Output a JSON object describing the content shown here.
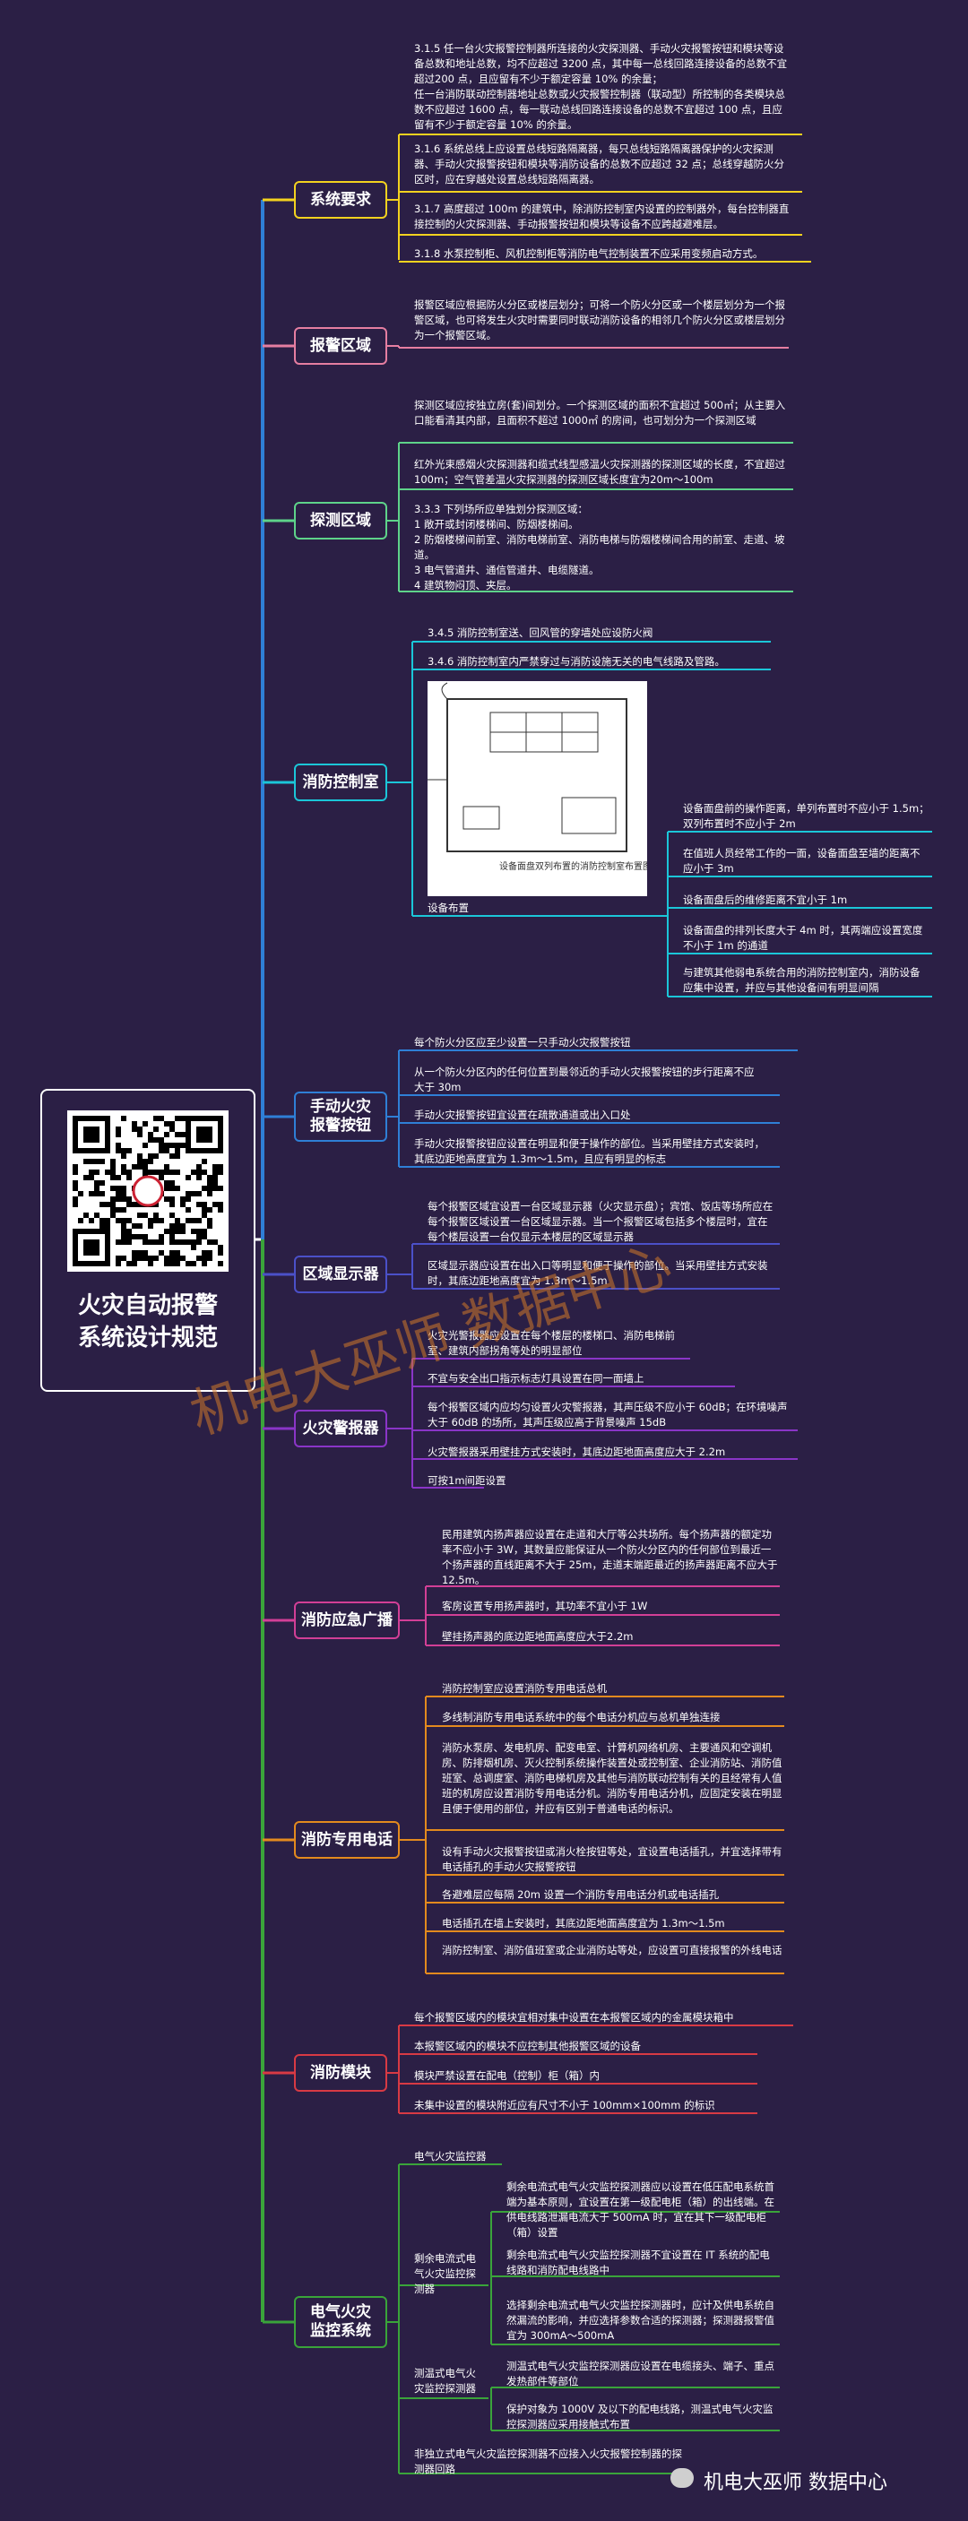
{
  "root": {
    "title_line1": "火灾自动报警",
    "title_line2": "系统设计规范"
  },
  "watermark": "机电大巫师 数据中心",
  "brand": "机电大巫师 数据中心",
  "topics": [
    {
      "label": "系统要求",
      "color": "#f3d21f"
    },
    {
      "label": "报警区域",
      "color": "#e57ea1"
    },
    {
      "label": "探测区域",
      "color": "#5ed38a"
    },
    {
      "label": "消防控制室",
      "color": "#1bc6d8"
    },
    {
      "label": "手动火灾报警按钮",
      "color": "#2f7fd6"
    },
    {
      "label": "区域显示器",
      "color": "#4b50c8"
    },
    {
      "label": "火灾警报器",
      "color": "#8a35c7"
    },
    {
      "label": "消防应急广播",
      "color": "#d23f96"
    },
    {
      "label": "消防专用电话",
      "color": "#e38a1e"
    },
    {
      "label": "消防模块",
      "color": "#d83a44"
    },
    {
      "label": "电气火灾监控系统",
      "color": "#3aa43a"
    }
  ],
  "leaves": {
    "sys": [
      "3.1.5 任一台火灾报警控制器所连接的火灾探测器、手动火灾报警按钮和模块等设备总数和地址总数，均不应超过 3200 点，其中每一总线回路连接设备的总数不宜超过200 点，且应留有不少于额定容量 10% 的余量；",
      "任一台消防联动控制器地址总数或火灾报警控制器（联动型）所控制的各类模块总数不应超过 1600 点，每一联动总线回路连接设备的总数不宜超过 100 点，且应留有不少于额定容量 10% 的余量。",
      "3.1.6 系统总线上应设置总线短路隔离器，每只总线短路隔离器保护的火灾探测器、手动火灾报警按钮和模块等消防设备的总数不应超过 32 点；总线穿越防火分区时，应在穿越处设置总线短路隔离器。",
      "3.1.7 高度超过 100m 的建筑中，除消防控制室内设置的控制器外，每台控制器直接控制的火灾探测器、手动报警按钮和模块等设备不应跨越避难层。",
      "3.1.8 水泵控制柜、风机控制柜等消防电气控制装置不应采用变频启动方式。"
    ],
    "alarm": [
      "报警区域应根据防火分区或楼层划分；可将一个防火分区或一个楼层划分为一个报警区域，也可将发生火灾时需要同时联动消防设备的相邻几个防火分区或楼层划分为一个报警区域。"
    ],
    "detect": [
      "探测区域应按独立房(套)间划分。一个探测区域的面积不宜超过 500㎡；从主要入口能看清其内部，且面积不超过 1000㎡ 的房间，也可划分为一个探测区域",
      "红外光束感烟火灾探测器和缆式线型感温火灾探测器的探测区域的长度，不宜超过 100m；空气管差温火灾探测器的探测区域长度宜为20m～100m",
      "3.3.3 下列场所应单独划分探测区域：",
      "1 敞开或封闭楼梯间、防烟楼梯间。",
      "2 防烟楼梯间前室、消防电梯前室、消防电梯与防烟楼梯间合用的前室、走道、坡道。",
      "3 电气管道井、通信管道井、电缆隧道。",
      "4 建筑物闷顶、夹层。"
    ],
    "ctrl": [
      "3.4.5 消防控制室送、回风管的穿墙处应设防火阀",
      "3.4.6 消防控制室内严禁穿过与消防设施无关的电气线路及管路。",
      "设备布置",
      "设备面盘前的操作距离，单列布置时不应小于 1.5m；双列布置时不应小于 2m",
      "在值班人员经常工作的一面，设备面盘至墙的距离不应小于 3m",
      "设备面盘后的维修距离不宜小于 1m",
      "设备面盘的排列长度大于 4m 时，其两端应设置宽度不小于 1m 的通道",
      "与建筑其他弱电系统合用的消防控制室内，消防设备应集中设置，并应与其他设备间有明显间隔"
    ],
    "fig_caption": "设备面盘双列布置的消防控制室布置图",
    "manual": [
      "每个防火分区应至少设置一只手动火灾报警按钮",
      "从一个防火分区内的任何位置到最邻近的手动火灾报警按钮的步行距离不应大于 30m",
      "手动火灾报警按钮宜设置在疏散通道或出入口处",
      "手动火灾报警按钮应设置在明显和便于操作的部位。当采用壁挂方式安装时，其底边距地高度宜为 1.3m～1.5m，且应有明显的标志"
    ],
    "display": [
      "每个报警区域宜设置一台区域显示器（火灾显示盘）；宾馆、饭店等场所应在每个报警区域设置一台区域显示器。当一个报警区域包括多个楼层时，宜在每个楼层设置一台仅显示本楼层的区域显示器",
      "区域显示器应设置在出入口等明显和便于操作的部位。当采用壁挂方式安装时，其底边距地高度宜为 1.3m～1.5m"
    ],
    "siren": [
      "火灾光警报器应设置在每个楼层的楼梯口、消防电梯前室、建筑内部拐角等处的明显部位",
      "不宜与安全出口指示标志灯具设置在同一面墙上",
      "每个报警区域内应均匀设置火灾警报器，其声压级不应小于 60dB；在环境噪声大于 60dB 的场所，其声压级应高于背景噪声 15dB",
      "火灾警报器采用壁挂方式安装时，其底边距地面高度应大于 2.2m",
      "可按1m间距设置"
    ],
    "broadcast": [
      "民用建筑内扬声器应设置在走道和大厅等公共场所。每个扬声器的额定功率不应小于 3W，其数量应能保证从一个防火分区内的任何部位到最近一个扬声器的直线距离不大于 25m，走道末端距最近的扬声器距离不应大于 12.5m。",
      "客房设置专用扬声器时，其功率不宜小于 1W",
      "壁挂扬声器的底边距地面高度应大于2.2m"
    ],
    "phone": [
      "消防控制室应设置消防专用电话总机",
      "多线制消防专用电话系统中的每个电话分机应与总机单独连接",
      "消防水泵房、发电机房、配变电室、计算机网络机房、主要通风和空调机房、防排烟机房、灭火控制系统操作装置处或控制室、企业消防站、消防值班室、总调度室、消防电梯机房及其他与消防联动控制有关的且经常有人值班的机房应设置消防专用电话分机。消防专用电话分机，应固定安装在明显且便于使用的部位，并应有区别于普通电话的标识。",
      "设有手动火灾报警按钮或消火栓按钮等处，宜设置电话插孔，并宜选择带有电话插孔的手动火灾报警按钮",
      "各避难层应每隔 20m 设置一个消防专用电话分机或电话插孔",
      "电话插孔在墙上安装时，其底边距地面高度宜为 1.3m～1.5m",
      "消防控制室、消防值班室或企业消防站等处，应设置可直接报警的外线电话"
    ],
    "module": [
      "每个报警区域内的模块宜相对集中设置在本报警区域内的金属模块箱中",
      "本报警区域内的模块不应控制其他报警区域的设备",
      "模块严禁设置在配电（控制）柜（箱）内",
      "未集中设置的模块附近应有尺寸不小于 100mm×100mm 的标识"
    ],
    "elec": [
      "电气火灾监控器",
      "剩余电流式电气火灾监控探测器",
      "剩余电流式电气火灾监控探测器应以设置在低压配电系统首端为基本原则，宜设置在第一级配电柜（箱）的出线端。在供电线路泄漏电流大于 500mA 时，宜在其下一级配电柜（箱）设置",
      "剩余电流式电气火灾监控探测器不宜设置在 IT 系统的配电线路和消防配电线路中",
      "选择剩余电流式电气火灾监控探测器时，应计及供电系统自然漏流的影响，并应选择参数合适的探测器；探测器报警值宜为 300mA～500mA",
      "测温式电气火灾监控探测器",
      "测温式电气火灾监控探测器应设置在电缆接头、端子、重点发热部件等部位",
      "保护对象为 1000V 及以下的配电线路，测温式电气火灾监控探测器应采用接触式布置",
      "非独立式电气火灾监控探测器不应接入火灾报警控制器的探测器回路"
    ]
  }
}
